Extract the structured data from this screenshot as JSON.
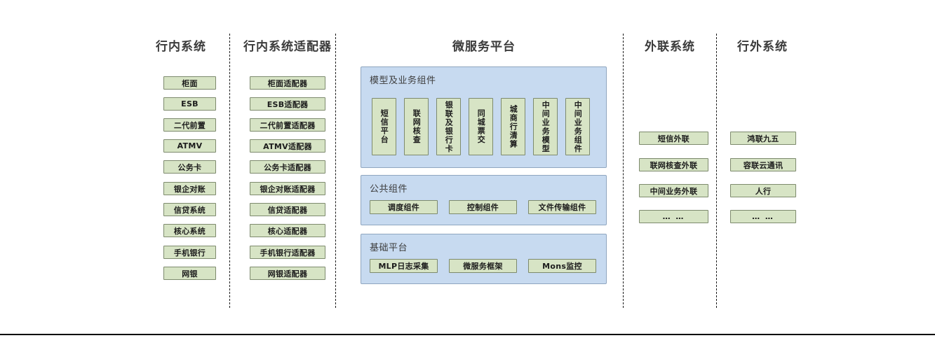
{
  "diagram": {
    "columns": [
      {
        "id": "in-bank-systems",
        "title": "行内系统",
        "items": [
          "柜面",
          "ESB",
          "二代前置",
          "ATMV",
          "公务卡",
          "银企对账",
          "信贷系统",
          "核心系统",
          "手机银行",
          "网银"
        ]
      },
      {
        "id": "in-bank-adapters",
        "title": "行内系统适配器",
        "items": [
          "柜面适配器",
          "ESB适配器",
          "二代前置适配器",
          "ATMV适配器",
          "公务卡适配器",
          "银企对账适配器",
          "信贷适配器",
          "核心适配器",
          "手机银行适配器",
          "网银适配器"
        ]
      },
      {
        "id": "microservice-platform",
        "title": "微服务平台"
      },
      {
        "id": "external-liaison-systems",
        "title": "外联系统",
        "items": [
          "短信外联",
          "联网核查外联",
          "中间业务外联",
          "… …"
        ]
      },
      {
        "id": "out-bank-systems",
        "title": "行外系统",
        "items": [
          "鸿联九五",
          "容联云通讯",
          "人行",
          "… …"
        ]
      }
    ],
    "panels": [
      {
        "id": "model-business-components",
        "title": "模型及业务组件",
        "items": [
          "短信平台",
          "联网核查",
          "银联及银行卡",
          "同城票交",
          "城商行清算",
          "中间业务模型",
          "中间业务组件"
        ]
      },
      {
        "id": "public-components",
        "title": "公共组件",
        "items": [
          "调度组件",
          "控制组件",
          "文件传输组件"
        ]
      },
      {
        "id": "base-platform",
        "title": "基础平台",
        "items": [
          "MLP日志采集",
          "微服务框架",
          "Mons监控"
        ]
      }
    ],
    "colors": {
      "node_fill": "#d7e4c5",
      "node_border": "#7d8a6d",
      "panel_fill": "#c7daf0",
      "panel_border": "#8fa6bf",
      "header_text": "#3b3b3b",
      "divider": "#1a1a1a",
      "background": "#ffffff"
    }
  }
}
